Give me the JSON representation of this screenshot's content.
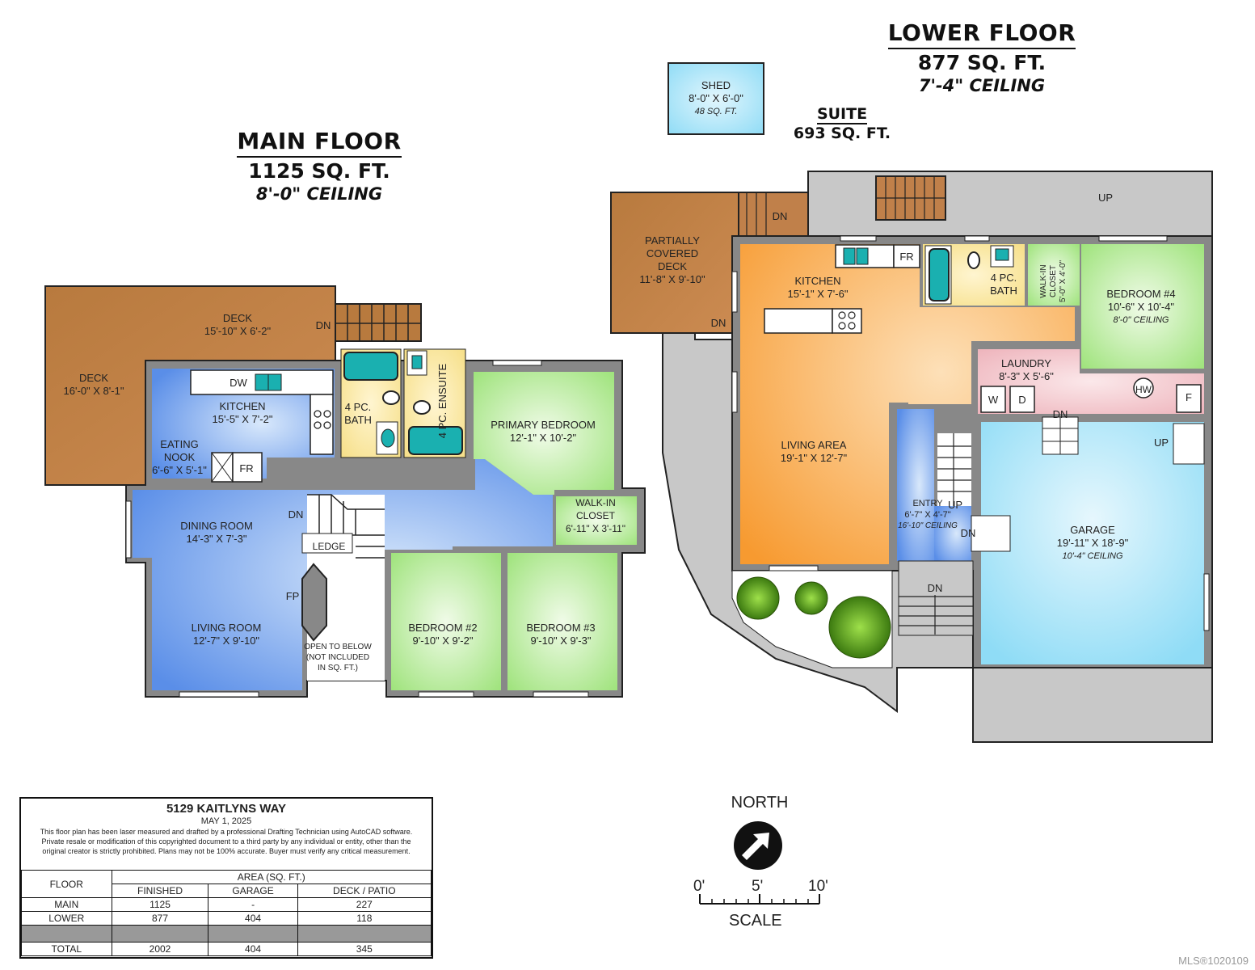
{
  "main_floor": {
    "title": "MAIN FLOOR",
    "area": "1125 SQ. FT.",
    "ceiling": "8'-0\" CEILING",
    "rooms": [
      {
        "name": "DECK",
        "dims": "15'-10\" X 6'-2\""
      },
      {
        "name": "DECK",
        "dims": "16'-0\" X 8'-1\""
      },
      {
        "name": "KITCHEN",
        "dims": "15'-5\" X 7'-2\""
      },
      {
        "name": "EATING NOOK",
        "dims": "6'-6\" X 5'-1\""
      },
      {
        "name": "4 PC. BATH",
        "dims": ""
      },
      {
        "name": "4 PC. ENSUITE",
        "dims": ""
      },
      {
        "name": "PRIMARY BEDROOM",
        "dims": "12'-1\" X 10'-2\""
      },
      {
        "name": "WALK-IN CLOSET",
        "dims": "6'-11\" X 3'-11\""
      },
      {
        "name": "DINING ROOM",
        "dims": "14'-3\" X 7'-3\""
      },
      {
        "name": "LIVING ROOM",
        "dims": "12'-7\" X 9'-10\""
      },
      {
        "name": "BEDROOM #2",
        "dims": "9'-10\" X 9'-2\""
      },
      {
        "name": "BEDROOM #3",
        "dims": "9'-10\" X 9'-3\""
      }
    ],
    "annotations": {
      "dn_deck": "DN",
      "dn_stair": "DN",
      "dw": "DW",
      "fr": "FR",
      "fp": "FP",
      "ledge": "LEDGE",
      "open_below_1": "OPEN TO BELOW",
      "open_below_2": "(NOT INCLUDED",
      "open_below_3": "IN SQ. FT.)"
    }
  },
  "lower_floor": {
    "title": "LOWER FLOOR",
    "area": "877 SQ. FT.",
    "ceiling": "7'-4\" CEILING",
    "suite_title": "SUITE",
    "suite_area": "693 SQ. FT.",
    "shed": {
      "name": "SHED",
      "dims": "8'-0\" X 6'-0\"",
      "area": "48 SQ. FT."
    },
    "rooms": [
      {
        "name": "PARTIALLY COVERED DECK",
        "dims": "11'-8\" X 9'-10\""
      },
      {
        "name": "KITCHEN",
        "dims": "15'-1\" X 7'-6\""
      },
      {
        "name": "4 PC. BATH",
        "dims": ""
      },
      {
        "name": "WALK-IN CLOSET",
        "dims": "5'-0\" X 4'-0\""
      },
      {
        "name": "BEDROOM #4",
        "dims": "10'-6\" X 10'-4\"",
        "ceiling": "8'-0\" CEILING"
      },
      {
        "name": "LAUNDRY",
        "dims": "8'-3\" X 5'-6\""
      },
      {
        "name": "LIVING AREA",
        "dims": "19'-1\" X 12'-7\""
      },
      {
        "name": "ENTRY",
        "dims": "6'-7\" X 4'-7\"",
        "ceiling": "16'-10\" CEILING"
      },
      {
        "name": "GARAGE",
        "dims": "19'-11\" X 18'-9\"",
        "ceiling": "10'-4\" CEILING"
      }
    ],
    "annotations": {
      "dn_deck_stair": "DN",
      "dn_deck": "DN",
      "up_exterior": "UP",
      "fr": "FR",
      "w": "W",
      "d": "D",
      "hw": "HW",
      "f": "F",
      "dn_laundry": "DN",
      "up_garage": "UP",
      "up_entry": "UP",
      "dn_entry": "DN",
      "dn_exterior": "DN"
    }
  },
  "info_table": {
    "address": "5129 KAITLYNS WAY",
    "date": "MAY 1, 2025",
    "disclaimer_1": "This floor plan has been laser measured and drafted by a professional Drafting Technician using AutoCAD software.",
    "disclaimer_2": "Private resale or modification of this copyrighted document to a third party by any individual or entity, other than the",
    "disclaimer_3": "original creator is strictly prohibited. Plans may not be 100% accurate.  Buyer must verify any critical measurement.",
    "header_floor": "FLOOR",
    "header_area": "AREA (SQ. FT.)",
    "columns": [
      "FINISHED",
      "GARAGE",
      "DECK / PATIO"
    ],
    "rows": [
      {
        "floor": "MAIN",
        "finished": "1125",
        "garage": "-",
        "deck": "227"
      },
      {
        "floor": "LOWER",
        "finished": "877",
        "garage": "404",
        "deck": "118"
      },
      {
        "floor": "TOTAL",
        "finished": "2002",
        "garage": "404",
        "deck": "345"
      }
    ]
  },
  "compass": {
    "label": "NORTH",
    "icon": "north-arrow-icon"
  },
  "scale": {
    "label": "SCALE",
    "ticks": [
      "0'",
      "5'",
      "10'"
    ]
  },
  "watermark": "MLS®1020109",
  "colors": {
    "deck": "#c0804a",
    "main_blue": "#5b8fe8",
    "bedroom_green": "#a8e88a",
    "bath_yellow": "#f8e7a0",
    "lower_orange": "#f7a040",
    "garage_blue": "#a8e4f8",
    "laundry_pink": "#f2c6cc",
    "concrete": "#c8c8c8",
    "wall": "#888888"
  }
}
